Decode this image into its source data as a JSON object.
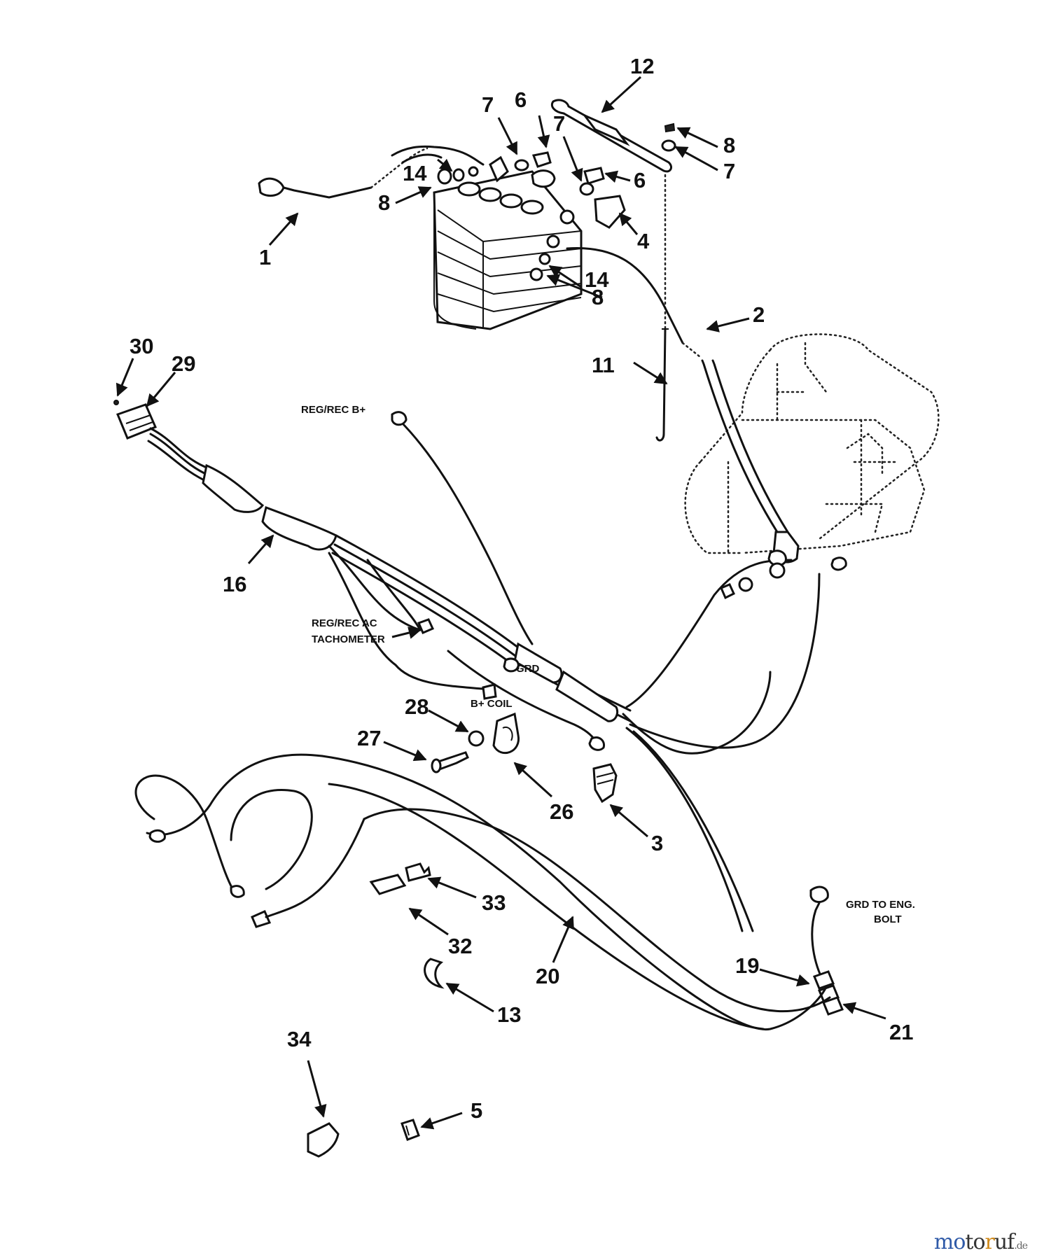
{
  "diagram": {
    "callouts": [
      "1",
      "2",
      "3",
      "4",
      "5",
      "6",
      "6",
      "7",
      "7",
      "7",
      "8",
      "8",
      "8",
      "11",
      "12",
      "13",
      "14",
      "14",
      "16",
      "19",
      "20",
      "21",
      "26",
      "27",
      "28",
      "29",
      "30",
      "32",
      "33",
      "34"
    ],
    "labels": {
      "regrec_b": "REG/REC B+",
      "regrec_ac_1": "REG/REC AC",
      "regrec_ac_2": "TACHOMETER",
      "grd": "GRD",
      "b_coil": "B+ COIL",
      "grd_eng_1": "GRD TO ENG.",
      "grd_eng_2": "BOLT"
    }
  },
  "watermark": {
    "part1": "mo",
    "part2": "to",
    "part3": "r",
    "part4": "uf",
    "domain": ".de"
  },
  "colors": {
    "line": "#111111",
    "watermark_blue": "#2f5aa8",
    "watermark_orange": "#d08a1a"
  }
}
